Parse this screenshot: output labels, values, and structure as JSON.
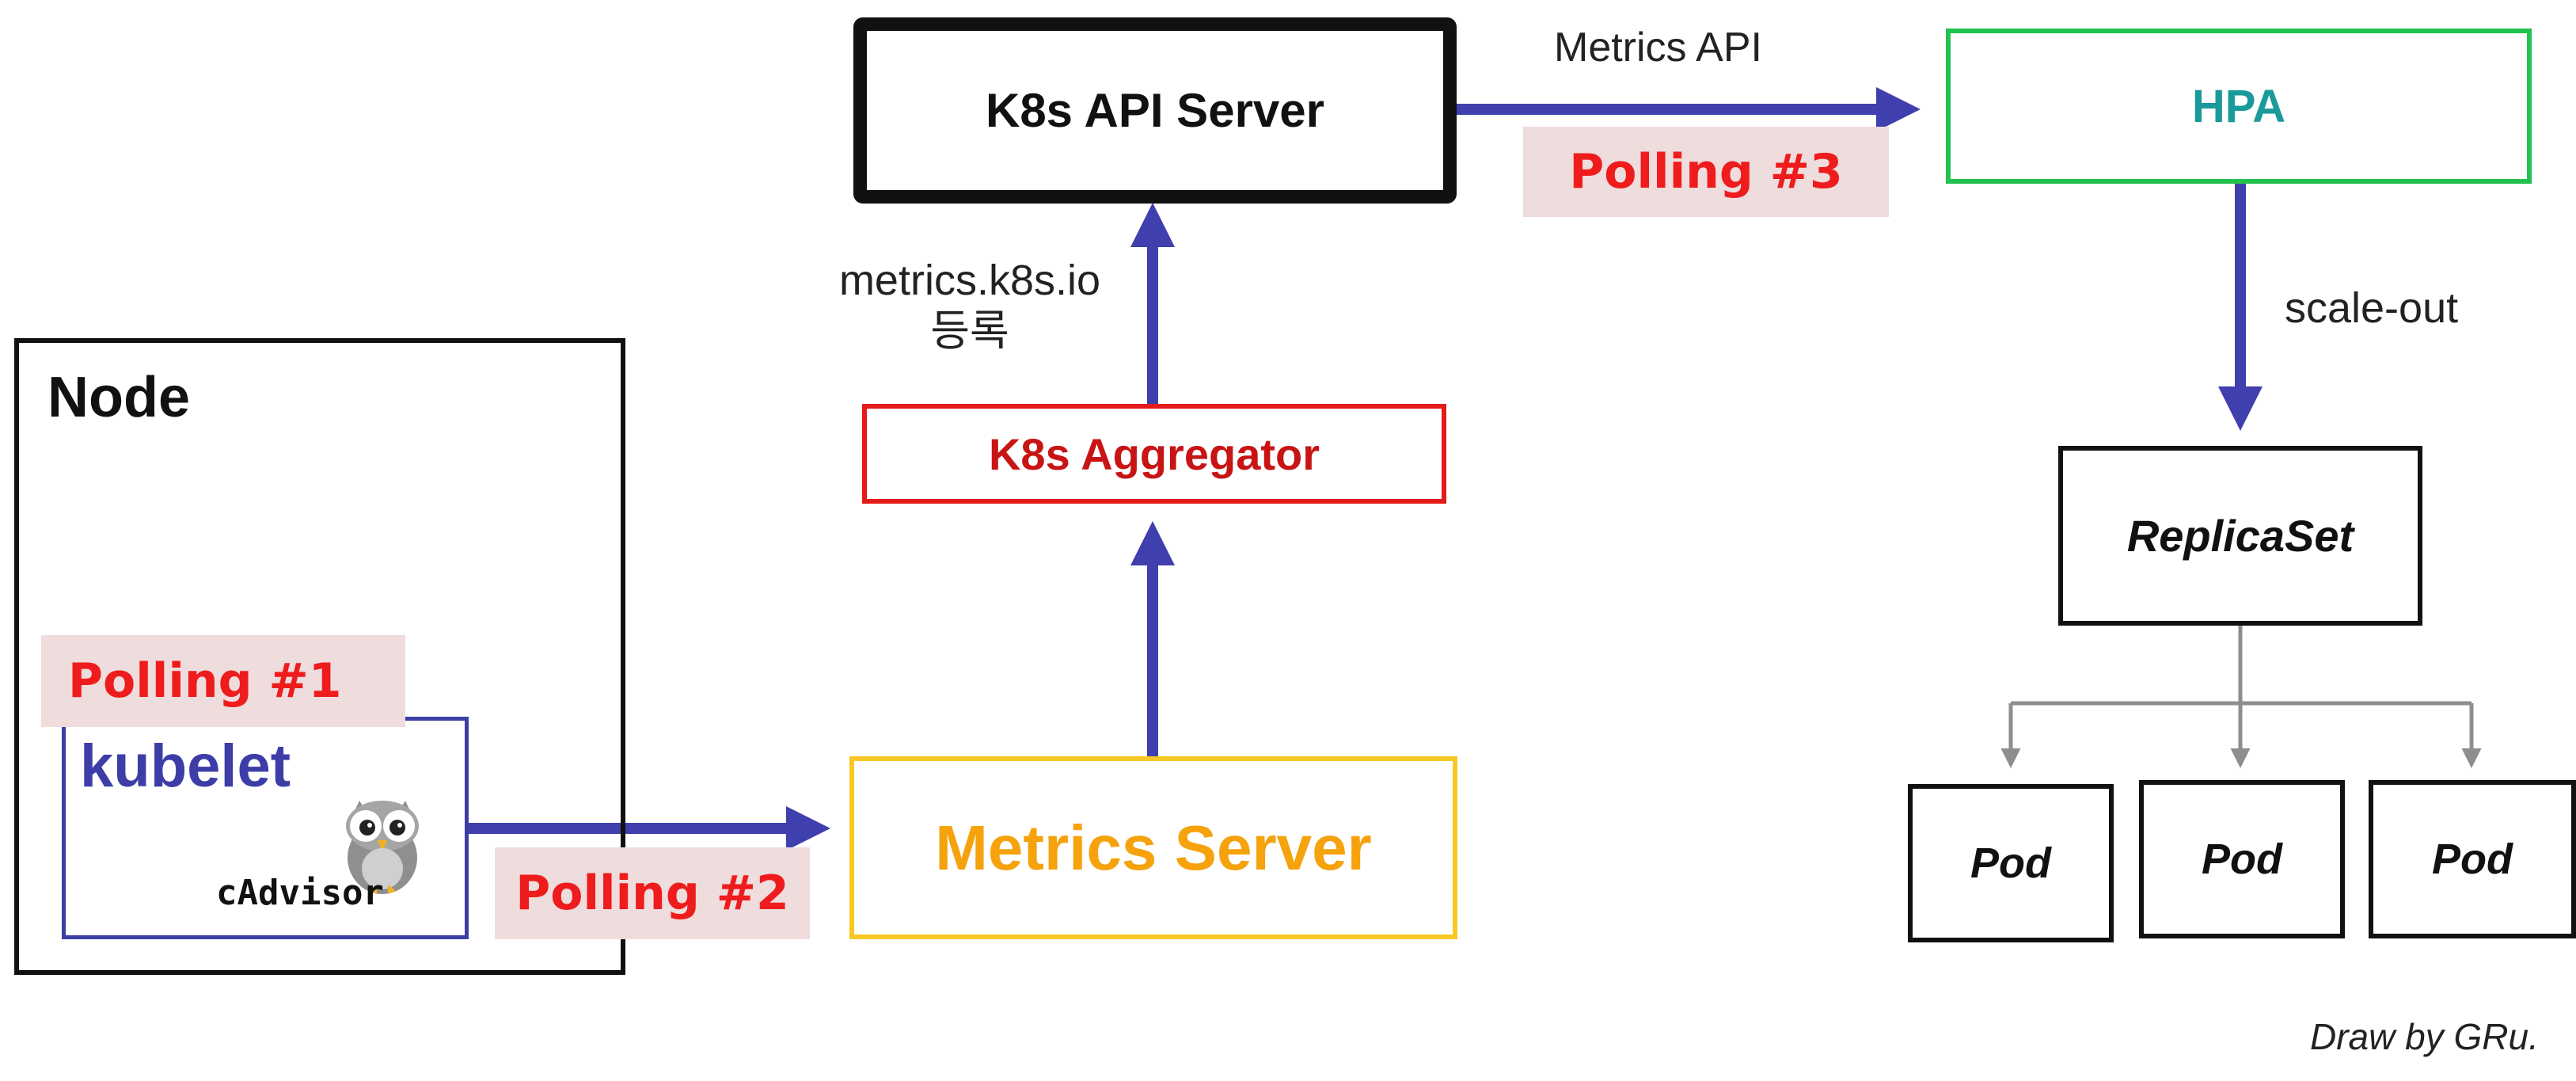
{
  "node": {
    "title": "Node"
  },
  "kubelet": {
    "label": "kubelet",
    "cadvisor": "cAdvisor"
  },
  "api_server": {
    "label": "K8s API Server"
  },
  "aggregator": {
    "label": "K8s Aggregator"
  },
  "metrics_server": {
    "label": "Metrics Server"
  },
  "hpa": {
    "label": "HPA"
  },
  "replicaset": {
    "label": "ReplicaSet"
  },
  "pods": [
    "Pod",
    "Pod",
    "Pod"
  ],
  "edges": {
    "metrics_api": "Metrics API",
    "registration_line1": "metrics.k8s.io",
    "registration_line2": "등록",
    "scale_out": "scale-out"
  },
  "polling": {
    "p1": "Polling #1",
    "p2": "Polling #2",
    "p3": "Polling #3"
  },
  "credit": "Draw by GRu.",
  "colors": {
    "arrow": "#3f3fae",
    "aggregator": "#e41b1b",
    "metrics_server": "#f5a20d",
    "metrics_server_border": "#f7c823",
    "hpa_border": "#22c24f",
    "hpa_text": "#1a9a9a",
    "kubelet": "#3d3da8",
    "polling_bg": "#efdcdc",
    "polling_text": "#ee1c1c",
    "pod_connector": "#8e8e8e"
  }
}
